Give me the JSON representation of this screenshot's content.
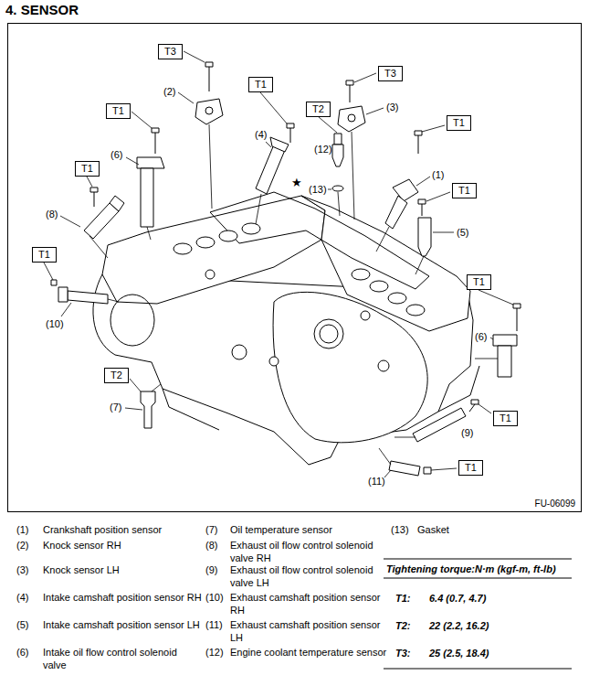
{
  "diagram": {
    "title": "4. SENSOR",
    "nodes": [
      {
        "text": [
          "FU-06099"
        ]
      },
      {
        "text": [
          "T3"
        ],
        "in": 0
      },
      {
        "text": [
          "T3"
        ],
        "in": 0
      },
      {
        "text": [
          "T1"
        ],
        "in": 0
      },
      {
        "text": [
          "T2"
        ],
        "in": 0
      },
      {
        "text": [
          "T1"
        ],
        "in": 0
      },
      {
        "text": [
          "T1"
        ],
        "in": 0
      },
      {
        "text": [
          "T1"
        ],
        "in": 0
      },
      {
        "text": [
          "T1"
        ],
        "in": 0
      },
      {
        "text": [
          "T1"
        ],
        "in": 0
      },
      {
        "text": [
          "T1"
        ],
        "in": 0
      },
      {
        "text": [
          "T2"
        ],
        "in": 0
      },
      {
        "text": [
          "T1"
        ],
        "in": 0
      },
      {
        "text": [
          "T1"
        ],
        "in": 0
      }
    ],
    "labels": [
      "(2)",
      "(3)",
      "(4)",
      "(12)",
      "★",
      "(13)",
      "(6)",
      "(1)",
      "(8)",
      "(5)",
      "(10)",
      "(6)",
      "(7)",
      "(9)",
      "(11)",
      "(1)",
      "Crankshaft position sensor",
      "(7)",
      "Oil temperature sensor",
      "(13)",
      "Gasket",
      "(2)",
      "Knock sensor RH",
      "(8)",
      "Exhaust oil flow control solenoid valve RH",
      "(3)",
      "Knock sensor LH",
      "(9)",
      "Exhaust oil flow control solenoid valve LH",
      "Tightening torque:N·m (kgf-m, ft-lb)",
      "(4)",
      "Intake camshaft position sensor RH",
      "(10)",
      "Exhaust camshaft position sensor RH",
      "T1:",
      "6.4 (0.7, 4.7)",
      "(5)",
      "Intake camshaft position sensor LH",
      "(11)",
      "Exhaust camshaft position sensor LH",
      "T2:",
      "22 (2.2, 16.2)",
      "(6)",
      "Intake oil flow control solenoid valve",
      "(12)",
      "Engine coolant temperature sensor",
      "T3:",
      "25 (2.5, 18.4)"
    ]
  }
}
